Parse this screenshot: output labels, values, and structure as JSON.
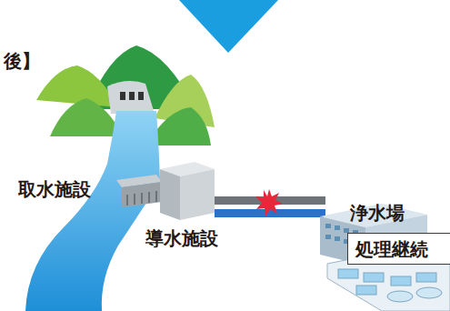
{
  "diagram": {
    "nodes": [
      {
        "text": [
          "処理継続"
        ]
      }
    ],
    "labels": [
      "後】",
      "取水施設",
      "浄水場",
      "導水施設"
    ]
  }
}
